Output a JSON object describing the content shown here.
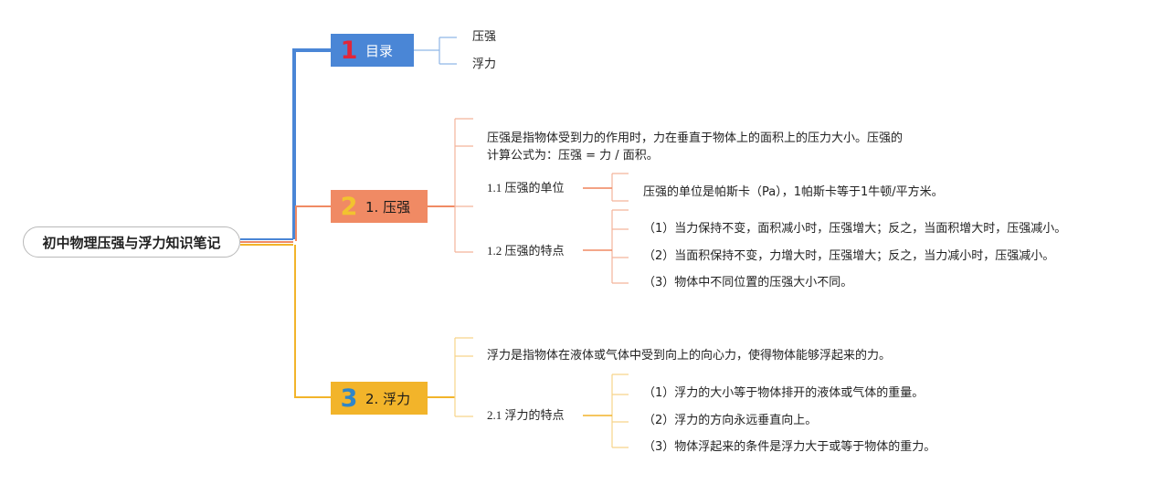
{
  "root": {
    "title": "初中物理压强与浮力知识笔记"
  },
  "colors": {
    "blue": "#4a86d6",
    "orange": "#f08a64",
    "yellow": "#f2b42a",
    "root_connector": "#d9b48a"
  },
  "branches": [
    {
      "number": "1",
      "label": "目录",
      "items": [
        "压强",
        "浮力"
      ]
    },
    {
      "number": "2",
      "label": "1. 压强",
      "definition_line1": "压强是指物体受到力的作用时，力在垂直于物体上的面积上的压力大小。压强的",
      "definition_line2": "计算公式为：压强 = 力 / 面积。",
      "sub1": {
        "label": "1.1 压强的单位",
        "detail": "压强的单位是帕斯卡（Pa），1帕斯卡等于1牛顿/平方米。"
      },
      "sub2": {
        "label": "1.2 压强的特点",
        "points": [
          "（1）当力保持不变，面积减小时，压强增大；反之，当面积增大时，压强减小。",
          "（2）当面积保持不变，力增大时，压强增大；反之，当力减小时，压强减小。",
          "（3）物体中不同位置的压强大小不同。"
        ]
      }
    },
    {
      "number": "3",
      "label": "2. 浮力",
      "definition": "浮力是指物体在液体或气体中受到向上的向心力，使得物体能够浮起来的力。",
      "sub1": {
        "label": "2.1 浮力的特点",
        "points": [
          "（1）浮力的大小等于物体排开的液体或气体的重量。",
          "（2）浮力的方向永远垂直向上。",
          "（3）物体浮起来的条件是浮力大于或等于物体的重力。"
        ]
      }
    }
  ]
}
